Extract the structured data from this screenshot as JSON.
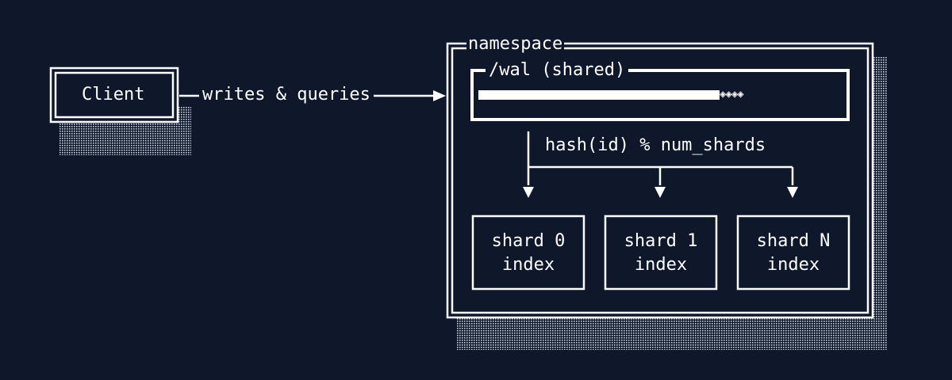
{
  "client": {
    "label": "Client"
  },
  "edge": {
    "label": "writes & queries"
  },
  "namespace": {
    "title": "namespace"
  },
  "wal": {
    "title": "/wal (shared)",
    "tail_marks": "◈◈◈◈"
  },
  "routing": {
    "label": "hash(id) % num_shards"
  },
  "shards": [
    {
      "name": "shard 0",
      "sub": "index"
    },
    {
      "name": "shard 1",
      "sub": "index"
    },
    {
      "name": "shard N",
      "sub": "index"
    }
  ],
  "colors": {
    "background": "#0f172a",
    "foreground": "#ffffff",
    "shadow": "#cbd5e1"
  }
}
